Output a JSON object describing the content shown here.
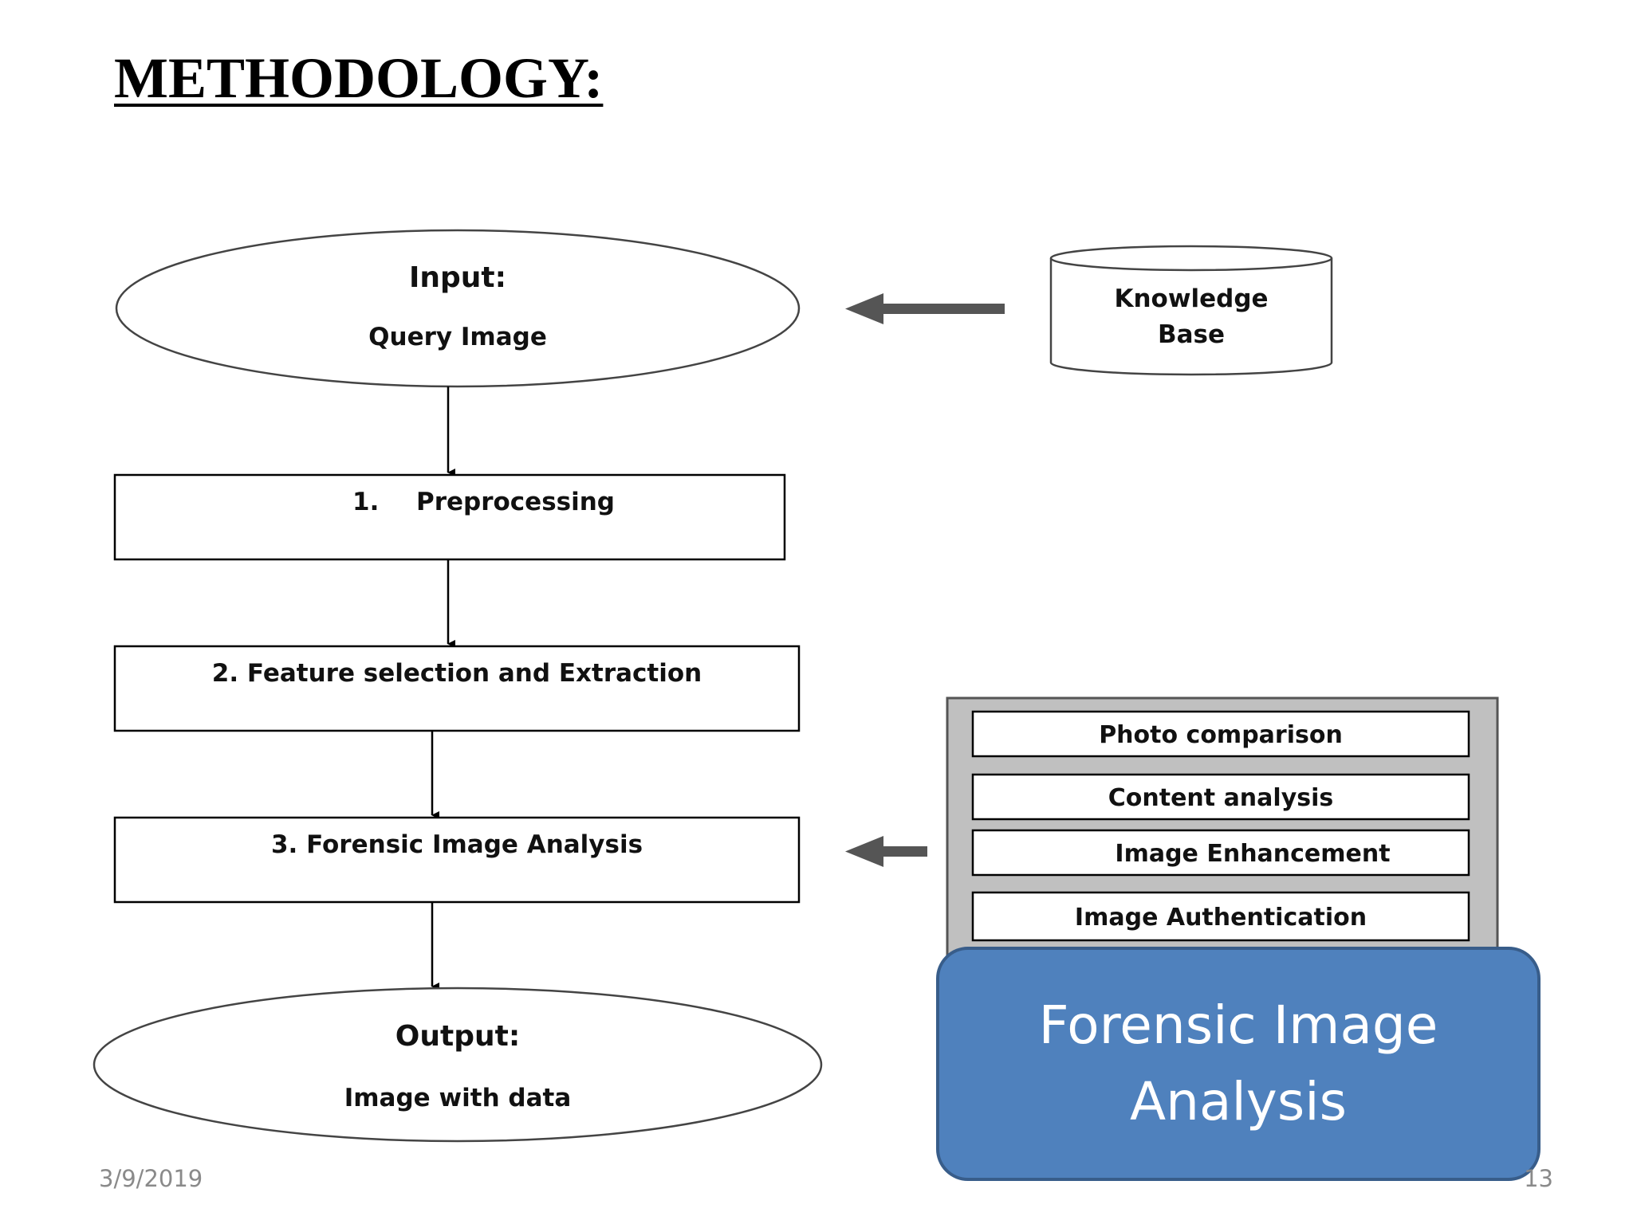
{
  "slide": {
    "title": "METHODOLOGY:",
    "date": "3/9/2019",
    "page_number": "13"
  },
  "flowchart": {
    "input": {
      "heading": "Input:",
      "label": "Query Image"
    },
    "steps": [
      {
        "number": "1.",
        "label": "Preprocessing"
      },
      {
        "label": "2. Feature selection and Extraction"
      },
      {
        "label": "3. Forensic Image Analysis"
      }
    ],
    "output": {
      "heading": "Output:",
      "label": "Image with data"
    },
    "knowledge_base": {
      "line1": "Knowledge",
      "line2": "Base"
    },
    "techniques": [
      "Photo comparison",
      "Content analysis",
      "Image Enhancement",
      "Image Authentication"
    ]
  },
  "callout": {
    "line1": "Forensic Image",
    "line2": "Analysis"
  },
  "colors": {
    "callout_fill": "#4f81bd",
    "callout_border": "#385d8a",
    "panel_fill": "#c0c0c0",
    "arrow_gray": "#555555"
  }
}
